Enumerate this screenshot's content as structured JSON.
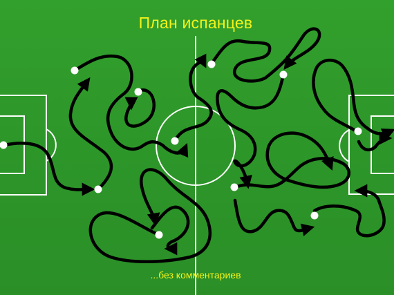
{
  "title": "План испанцев",
  "caption": "...без комментариев",
  "colors": {
    "pitch": "#2f9a2c",
    "lines": "#ffffff",
    "paths": "#000000",
    "text": "#f3f21a"
  },
  "players": [
    {
      "name": "player-1"
    },
    {
      "name": "player-2"
    },
    {
      "name": "player-3"
    },
    {
      "name": "player-4"
    },
    {
      "name": "player-5"
    },
    {
      "name": "player-6"
    },
    {
      "name": "player-7"
    },
    {
      "name": "player-8"
    },
    {
      "name": "player-9"
    },
    {
      "name": "player-10"
    },
    {
      "name": "player-11"
    }
  ]
}
